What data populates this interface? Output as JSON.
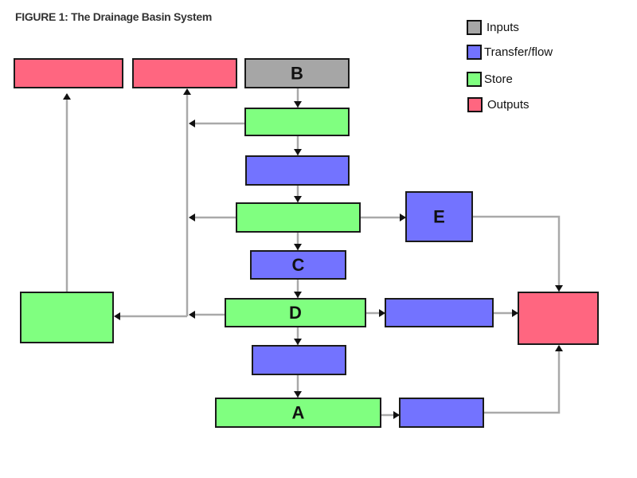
{
  "title": "FIGURE 1:  The Drainage Basin System",
  "colors": {
    "inputs": "#a6a6a6",
    "transfer": "#7373ff",
    "store": "#80ff80",
    "outputs": "#ff6680"
  },
  "legend": [
    {
      "key": "inputs",
      "label": "Inputs"
    },
    {
      "key": "transfer",
      "label": "Transfer/flow"
    },
    {
      "key": "store",
      "label": "Store"
    },
    {
      "key": "outputs",
      "label": "Outputs"
    }
  ],
  "nodes": {
    "output_left": {
      "type": "outputs",
      "label": ""
    },
    "output_mid": {
      "type": "outputs",
      "label": ""
    },
    "input_b": {
      "type": "inputs",
      "label": "B"
    },
    "store_1": {
      "type": "store",
      "label": ""
    },
    "transfer_1": {
      "type": "transfer",
      "label": ""
    },
    "store_2": {
      "type": "store",
      "label": ""
    },
    "transfer_e": {
      "type": "transfer",
      "label": "E"
    },
    "transfer_c": {
      "type": "transfer",
      "label": "C"
    },
    "store_d": {
      "type": "store",
      "label": "D"
    },
    "store_left": {
      "type": "store",
      "label": ""
    },
    "transfer_right_d": {
      "type": "transfer",
      "label": ""
    },
    "output_right": {
      "type": "outputs",
      "label": ""
    },
    "transfer_below_d": {
      "type": "transfer",
      "label": ""
    },
    "store_a": {
      "type": "store",
      "label": "A"
    },
    "transfer_right_a": {
      "type": "transfer",
      "label": ""
    }
  }
}
